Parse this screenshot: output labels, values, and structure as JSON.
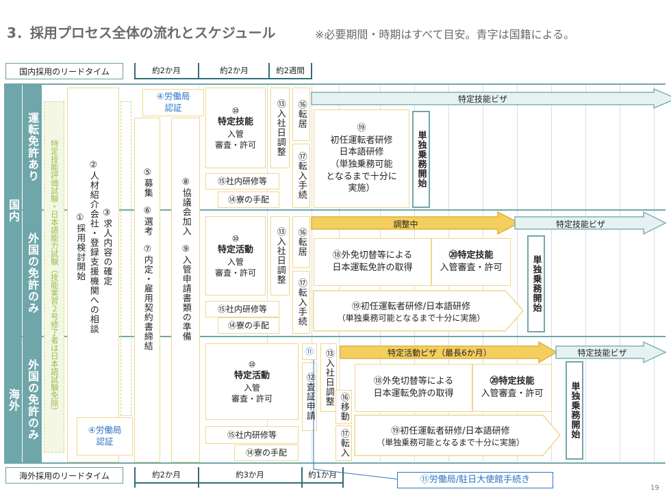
{
  "header": {
    "title": "3．採用プロセス全体の流れとスケジュール",
    "subtitle": "※必要期間・時期はすべて目安。青字は国籍による。"
  },
  "leadtime": {
    "domestic_label": "国内採用のリードタイム",
    "overseas_label": "海外採用のリードタイム",
    "domestic_durations": [
      "約2か月",
      "約2か月",
      "約2週間"
    ],
    "overseas_durations": [
      "約2か月",
      "約3か月",
      "約1か月"
    ]
  },
  "sections": {
    "domestic": "国内",
    "overseas": "海外",
    "license_yes": "運転免許あり",
    "license_foreign_dom": "外国の免許のみ",
    "license_foreign_ovs": "外国の免許のみ",
    "skill_test": "特定技能評価試験・日本語能力試験（技能実習２号修了者は日本語試験免除）"
  },
  "steps": {
    "s1": "①採用検討開始",
    "s2": "②人材紹介会社・登録支援機関への相談",
    "s3": "③求人内容の確定",
    "s4_top": "④労働局",
    "s4_bottom": "認証",
    "s5": "⑤募集",
    "s6": "⑥選考",
    "s7": "⑦内定・雇用契約書締結",
    "s8": "⑧協議会加入",
    "s9": "⑨入管申請書類の準備",
    "s10_num": "⑩",
    "s10_a": "特定技能",
    "s10_b": "特定活動",
    "s10_sub1": "入管",
    "s10_sub2": "審査・許可",
    "s11": "⑪",
    "s11_long": "⑪労働局/駐日大使館手続き",
    "s12": "⑫査証申請",
    "s13": "⑬入社日調整",
    "s14": "⑭寮の手配",
    "s15": "⑮社内研修等",
    "s16_a": "⑯転居",
    "s16_b": "⑯移動",
    "s17_a": "⑰転入手続",
    "s17_b": "⑰転入",
    "s18": "⑱外免切替等による",
    "s18_b": "日本運転免許の取得",
    "s19_a": "⑲",
    "s19_a1": "初任運転者研修",
    "s19_a2": "日本語研修",
    "s19_a3": "（単独乗務可能",
    "s19_a4": "となるまで十分に",
    "s19_a5": "実施）",
    "s19_b1": "⑲初任運転者研修/日本語研修",
    "s19_b2": "（単独乗務可能となるまで十分に実施）",
    "s20_a": "⑳特定技能",
    "s20_b": "入管審査・許可",
    "solo": "単独乗務開始"
  },
  "arrows": {
    "visa_skill": "特定技能ビザ",
    "adjusting": "調整中",
    "visa_activity": "特定活動ビザ（最長6か月）"
  },
  "page_number": "19"
}
